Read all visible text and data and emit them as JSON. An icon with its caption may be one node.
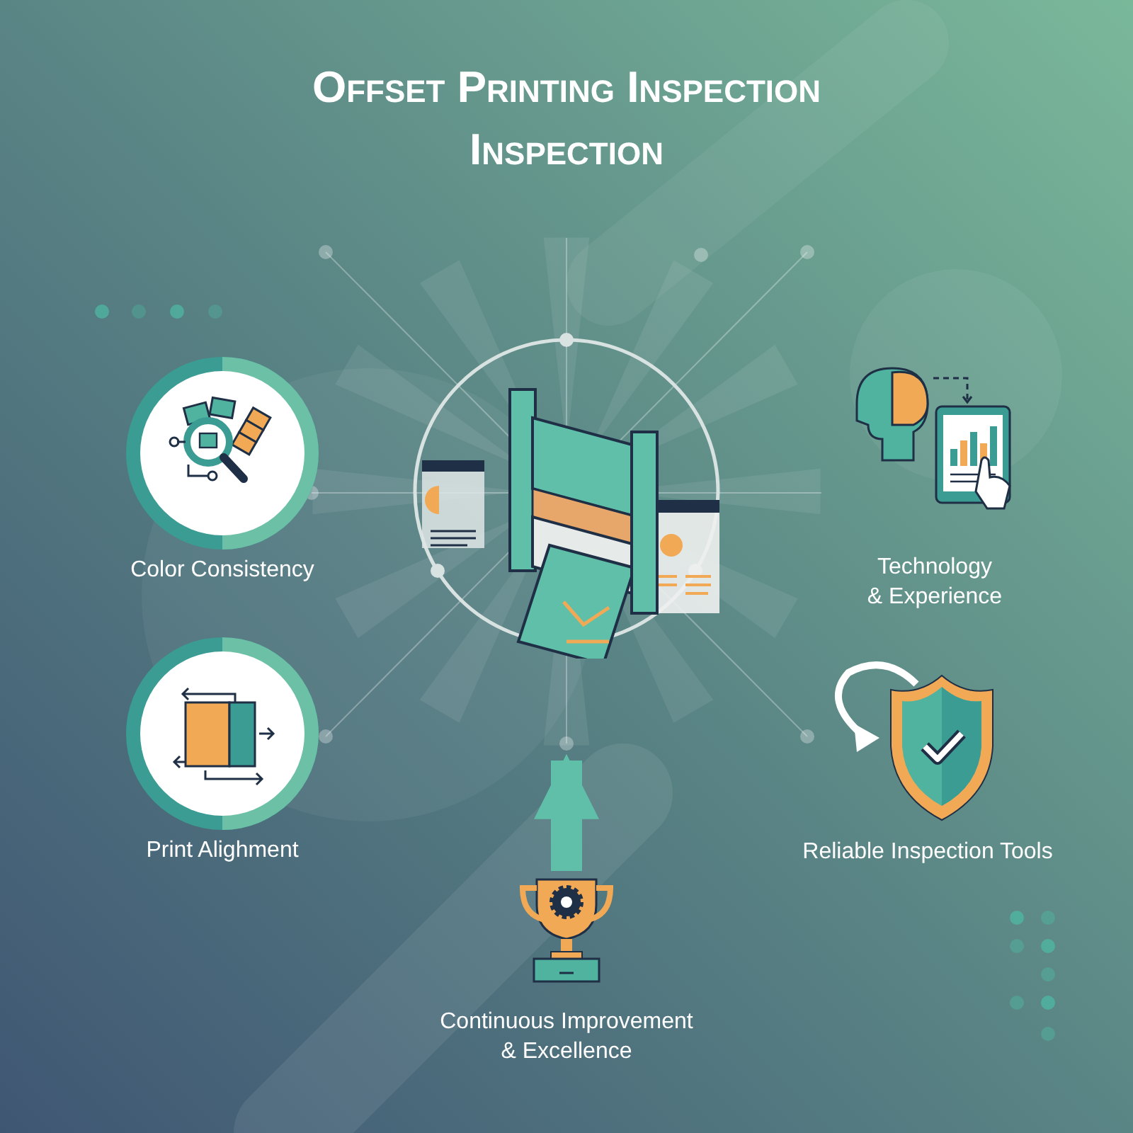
{
  "diagram": {
    "title": "Offset Printing Inspection Inspection",
    "nodes": [
      {
        "text": [
          "Color Consistency"
        ]
      },
      {
        "text": [],
        "shape": "picture"
      },
      {
        "text": [
          "Technology & Experience"
        ]
      },
      {
        "text": [
          "Print Alighment"
        ]
      },
      {
        "text": [
          "Reliable Inspection Tools"
        ]
      },
      {
        "text": [
          "Continuous Improvement & Excellence"
        ]
      }
    ],
    "edges": [
      {
        "from": 5,
        "to": 1,
        "arrow": "to"
      }
    ]
  }
}
